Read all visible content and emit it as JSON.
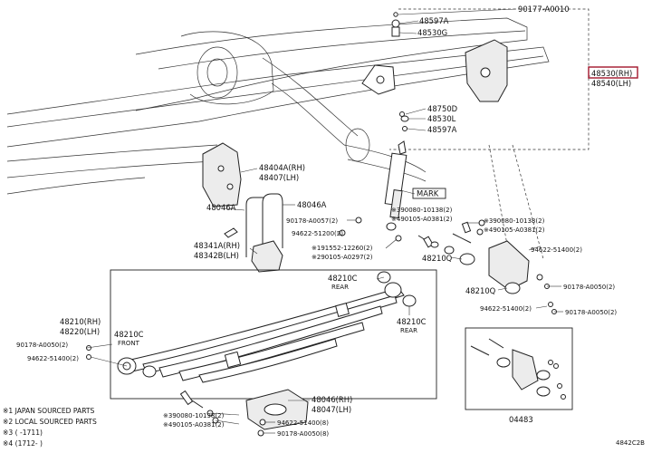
{
  "labels": {
    "p90177": "90177-A0010",
    "p48597a_top": "48597A",
    "p48530g": "48530G",
    "p48530rh": "48530(RH)",
    "p48540lh": "48540(LH)",
    "p48750d": "48750D",
    "p48530l": "48530L",
    "p48597a_bot": "48597A",
    "p48404a": "48404A(RH)",
    "p48407": "48407(LH)",
    "p48046a_l": "48046A",
    "p48046a_r": "48046A",
    "mark": "MARK",
    "p90178_0057": "90178-A0057(2)",
    "p94622_51200": "94622-51200(2)",
    "p390080_a": "※390080-10138(2)",
    "p490105_a": "※490105-A0381(2)",
    "p390080_b": "※390080-10138(2)",
    "p490105_b": "※490105-A0381(2)",
    "p48341a": "48341A(RH)",
    "p48342b": "48342B(LH)",
    "p191552": "※191552-12260(2)",
    "p290105": "※290105-A0297(2)",
    "p48210q_a": "48210Q",
    "p94622_51400_r": "94622-51400(2)",
    "p48210c_rear_top": "48210C",
    "rear_top": "REAR",
    "p48210q_b": "48210Q",
    "p90178_0050_r1": "90178-A0050(2)",
    "p94622_51400_r2": "94622-51400(2)",
    "p90178_0050_r2": "90178-A0050(2)",
    "p48210rh": "48210(RH)",
    "p48220lh": "48220(LH)",
    "p48210c_front": "48210C",
    "front": "FRONT",
    "p90178_0050_l": "90178-A0050(2)",
    "p94622_51400_l": "94622-51400(2)",
    "p48210c_rear_bot": "48210C",
    "rear_bot": "REAR",
    "p390080_c": "※390080-10138(2)",
    "p490105_c": "※490105-A0381(2)",
    "p48046rh": "48046(RH)",
    "p48047lh": "48047(LH)",
    "p94622_51400_c": "94622-51400(8)",
    "p90178_0050_c": "90178-A0050(8)",
    "p04483": "04483",
    "fig": "4842C2B"
  },
  "notes": [
    "※1 JAPAN SOURCED PARTS",
    "※2 LOCAL SOURCED PARTS",
    "※3 (      -1711)",
    "※4 (1712-      )"
  ],
  "colors": {
    "highlight": "#a3162c",
    "line": "#222222"
  }
}
